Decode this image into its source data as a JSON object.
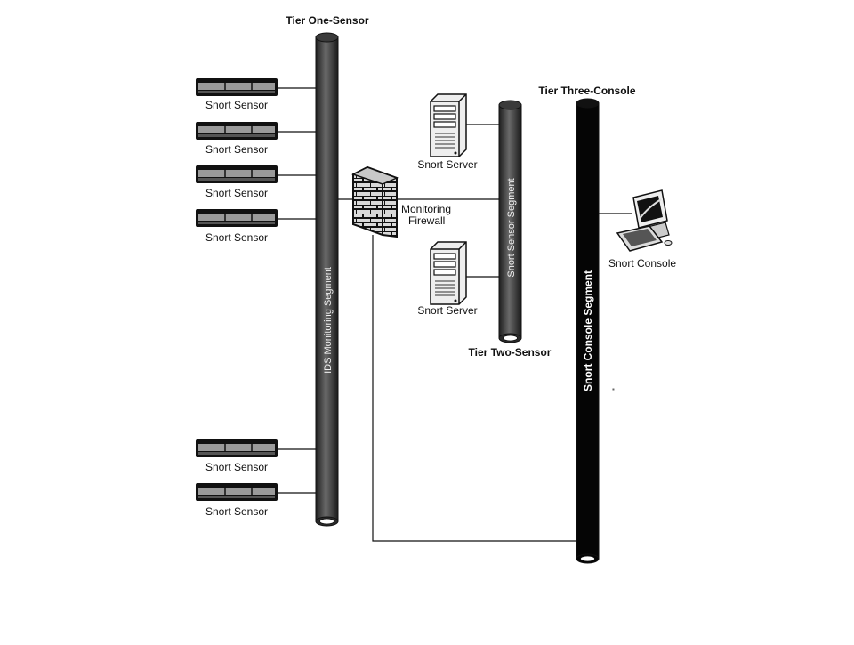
{
  "tiers": {
    "one": "Tier One-Sensor",
    "two": "Tier Two-Sensor",
    "three": "Tier Three-Console"
  },
  "segments": {
    "ids_monitoring": "IDS Monitoring Segment",
    "snort_sensor": "Snort Sensor Segment",
    "snort_console": "Snort Console Segment"
  },
  "sensors": [
    {
      "label": "Snort Sensor"
    },
    {
      "label": "Snort Sensor"
    },
    {
      "label": "Snort Sensor"
    },
    {
      "label": "Snort Sensor"
    },
    {
      "label": "Snort Sensor"
    },
    {
      "label": "Snort Sensor"
    }
  ],
  "servers": [
    {
      "label": "Snort Server"
    },
    {
      "label": "Snort Server"
    }
  ],
  "firewall": {
    "line1": "Monitoring",
    "line2": "Firewall"
  },
  "console": {
    "label": "Snort Console"
  },
  "colors": {
    "ink": "#111111",
    "pipe_dark": "#2b2b2b",
    "pipe_black": "#050505",
    "pipe_light": "#6a6a6a"
  }
}
